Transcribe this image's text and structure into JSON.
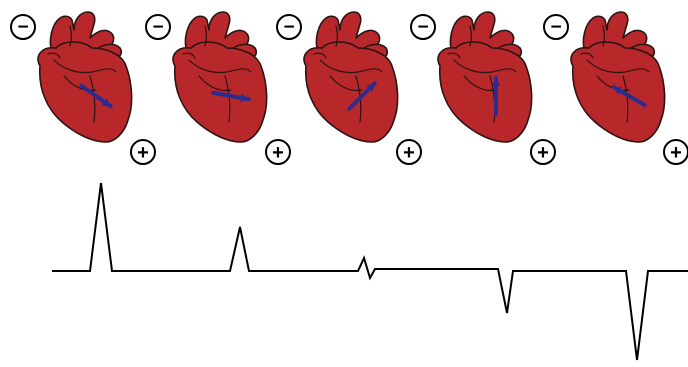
{
  "figure": {
    "electrode_negative_symbol": "−",
    "electrode_positive_symbol": "+",
    "heart_color": "#b8282b",
    "heart_outline_color": "#2a1414",
    "vector_color": "#2e2b8f",
    "trace_color": "#000000",
    "panels": [
      {
        "vector_direction": "down-right",
        "deflection": "upright-tall"
      },
      {
        "vector_direction": "right",
        "deflection": "upright-small"
      },
      {
        "vector_direction": "up-right",
        "deflection": "biphasic-small"
      },
      {
        "vector_direction": "up",
        "deflection": "inverted-small"
      },
      {
        "vector_direction": "up-left",
        "deflection": "inverted-tall"
      }
    ]
  }
}
